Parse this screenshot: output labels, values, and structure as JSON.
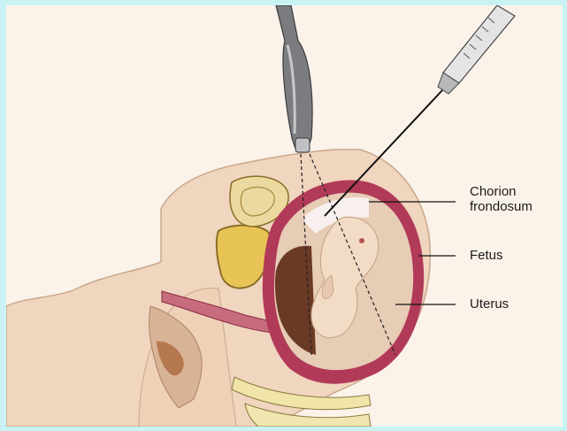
{
  "labels": {
    "chorion_line1": "Chorion",
    "chorion_line2": "frondosum",
    "fetus": "Fetus",
    "uterus": "Uterus"
  },
  "colors": {
    "frame": "#c9f3f3",
    "background": "#fbf3ea",
    "skin": "#f0d5bf",
    "uterine_wall": "#b13a58",
    "fetus": "#f2dcc6",
    "placenta": "#f7f0ee",
    "instrument": "#7a7c80"
  }
}
